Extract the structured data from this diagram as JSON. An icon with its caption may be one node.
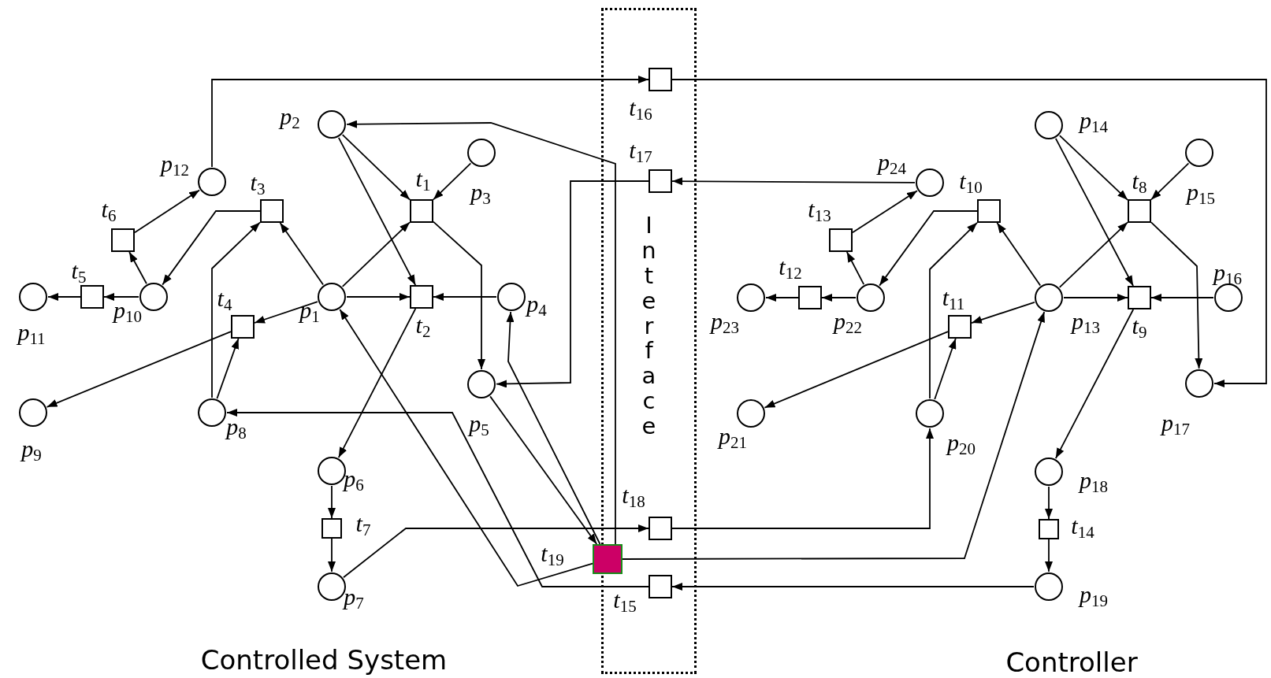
{
  "diagram": {
    "nodes": [
      {
        "text": [
          "Interface"
        ]
      },
      {
        "text": [],
        "shape": "circle",
        "beside": [
          "p$_{1}$"
        ]
      },
      {
        "text": [],
        "shape": "circle",
        "beside": [
          "p$_{2}$"
        ]
      },
      {
        "text": [],
        "shape": "circle",
        "beside": [
          "p$_{3}$"
        ]
      },
      {
        "text": [],
        "shape": "circle",
        "beside": [
          "p$_{4}$"
        ]
      },
      {
        "text": [],
        "shape": "circle",
        "beside": [
          "p$_{5}$"
        ]
      },
      {
        "text": [],
        "shape": "circle",
        "beside": [
          "p$_{6}$"
        ]
      },
      {
        "text": [],
        "shape": "circle",
        "beside": [
          "p$_{7}$"
        ]
      },
      {
        "text": [],
        "shape": "circle",
        "beside": [
          "p$_{8}$"
        ]
      },
      {
        "text": [],
        "shape": "circle",
        "beside": [
          "p$_{9}$"
        ]
      },
      {
        "text": [],
        "shape": "circle",
        "beside": [
          "p$_{10}$"
        ]
      },
      {
        "text": [],
        "shape": "circle",
        "beside": [
          "p$_{11}$"
        ]
      },
      {
        "text": [],
        "shape": "circle",
        "beside": [
          "p$_{12}$"
        ]
      },
      {
        "text": [],
        "shape": "circle",
        "beside": [
          "p$_{13}$"
        ]
      },
      {
        "text": [],
        "shape": "circle",
        "beside": [
          "p$_{14}$"
        ]
      },
      {
        "text": [],
        "shape": "circle",
        "beside": [
          "p$_{15}$"
        ]
      },
      {
        "text": [],
        "shape": "circle",
        "beside": [
          "p$_{16}$"
        ]
      },
      {
        "text": [],
        "shape": "circle",
        "beside": [
          "p$_{17}$"
        ]
      },
      {
        "text": [],
        "shape": "circle",
        "beside": [
          "p$_{18}$"
        ]
      },
      {
        "text": [],
        "shape": "circle",
        "beside": [
          "p$_{19}$"
        ]
      },
      {
        "text": [],
        "shape": "circle",
        "beside": [
          "p$_{20}$"
        ]
      },
      {
        "text": [],
        "shape": "circle",
        "beside": [
          "p$_{21}$"
        ]
      },
      {
        "text": [],
        "shape": "circle",
        "beside": [
          "p$_{22}$"
        ]
      },
      {
        "text": [],
        "shape": "circle",
        "beside": [
          "p$_{23}$"
        ]
      },
      {
        "text": [],
        "shape": "circle",
        "beside": [
          "p$_{24}$"
        ]
      },
      {
        "text": [],
        "shape": "box",
        "beside": [
          "t$_{1}$"
        ]
      },
      {
        "text": [],
        "shape": "box",
        "beside": [
          "t$_{2}$"
        ]
      },
      {
        "text": [],
        "shape": "box",
        "beside": [
          "t$_{3}$"
        ]
      },
      {
        "text": [],
        "shape": "box",
        "beside": [
          "t$_{4}$"
        ]
      },
      {
        "text": [],
        "shape": "box",
        "beside": [
          "t$_{5}$"
        ]
      },
      {
        "text": [],
        "shape": "box",
        "beside": [
          "t$_{6}$"
        ]
      },
      {
        "text": [],
        "shape": "box",
        "beside": [
          "t$_{7}$"
        ]
      },
      {
        "text": [],
        "shape": "box",
        "beside": [
          "t$_{8}$"
        ]
      },
      {
        "text": [],
        "shape": "box",
        "beside": [
          "t$_{9}$"
        ]
      },
      {
        "text": [],
        "shape": "box",
        "beside": [
          "t$_{10}$"
        ]
      },
      {
        "text": [],
        "shape": "box",
        "beside": [
          "t$_{11}$"
        ]
      },
      {
        "text": [],
        "shape": "box",
        "beside": [
          "t$_{12}$"
        ]
      },
      {
        "text": [],
        "shape": "box",
        "beside": [
          "t$_{13}$"
        ]
      },
      {
        "text": [],
        "shape": "box",
        "beside": [
          "t$_{14}$"
        ]
      },
      {
        "text": [],
        "shape": "box",
        "beside": [
          "t$_{15}$"
        ],
        "in": 0
      },
      {
        "text": [],
        "shape": "box",
        "beside": [
          "t$_{16}$"
        ],
        "in": 0
      },
      {
        "text": [],
        "shape": "box",
        "beside": [
          "t$_{17}$"
        ],
        "in": 0
      },
      {
        "text": [],
        "shape": "box",
        "beside": [
          "t$_{18}$"
        ],
        "in": 0
      },
      {
        "text": [],
        "shape": "box",
        "beside": [
          "t$_{19}$"
        ]
      }
    ],
    "edges": [
      {
        "from": 1,
        "to": 25,
        "arrow": "to"
      },
      {
        "from": 1,
        "to": 26,
        "arrow": "to"
      },
      {
        "from": 1,
        "to": 27,
        "arrow": "to"
      },
      {
        "from": 1,
        "to": 28,
        "arrow": "to"
      },
      {
        "from": 2,
        "to": 25,
        "arrow": "to"
      },
      {
        "from": 2,
        "to": 26,
        "arrow": "to"
      },
      {
        "from": 3,
        "to": 25,
        "arrow": "to"
      },
      {
        "from": 4,
        "to": 26,
        "arrow": "to"
      },
      {
        "from": 25,
        "to": 5,
        "arrow": "to"
      },
      {
        "from": 26,
        "to": 6,
        "arrow": "to"
      },
      {
        "from": 6,
        "to": 31,
        "arrow": "to"
      },
      {
        "from": 31,
        "to": 7,
        "arrow": "to"
      },
      {
        "from": 7,
        "to": 42,
        "arrow": "to"
      },
      {
        "from": 8,
        "to": 27,
        "arrow": "to"
      },
      {
        "from": 8,
        "to": 28,
        "arrow": "to"
      },
      {
        "from": 27,
        "to": 10,
        "arrow": "to"
      },
      {
        "from": 28,
        "to": 9,
        "arrow": "to"
      },
      {
        "from": 10,
        "to": 29,
        "arrow": "to"
      },
      {
        "from": 29,
        "to": 11,
        "arrow": "to"
      },
      {
        "from": 10,
        "to": 30,
        "arrow": "to"
      },
      {
        "from": 30,
        "to": 12,
        "arrow": "to"
      },
      {
        "from": 12,
        "to": 40,
        "arrow": "to"
      },
      {
        "from": 40,
        "to": 17,
        "arrow": "to"
      },
      {
        "from": 41,
        "to": 5,
        "arrow": "to"
      },
      {
        "from": 43,
        "to": 2,
        "arrow": "to"
      },
      {
        "from": 43,
        "to": 4,
        "arrow": "to"
      },
      {
        "from": 43,
        "to": 1,
        "arrow": "to"
      },
      {
        "from": 5,
        "to": 43,
        "arrow": "to"
      },
      {
        "from": 39,
        "to": 8,
        "arrow": "to"
      },
      {
        "from": 19,
        "to": 39,
        "arrow": "to"
      },
      {
        "from": 42,
        "to": 20,
        "arrow": "to"
      },
      {
        "from": 43,
        "to": 13,
        "arrow": "to"
      },
      {
        "from": 24,
        "to": 41,
        "arrow": "to"
      },
      {
        "from": 13,
        "to": 34,
        "arrow": "to"
      },
      {
        "from": 13,
        "to": 35,
        "arrow": "to"
      },
      {
        "from": 13,
        "to": 32,
        "arrow": "to"
      },
      {
        "from": 13,
        "to": 33,
        "arrow": "to"
      },
      {
        "from": 14,
        "to": 32,
        "arrow": "to"
      },
      {
        "from": 14,
        "to": 33,
        "arrow": "to"
      },
      {
        "from": 15,
        "to": 32,
        "arrow": "to"
      },
      {
        "from": 16,
        "to": 33,
        "arrow": "to"
      },
      {
        "from": 32,
        "to": 17,
        "arrow": "to"
      },
      {
        "from": 33,
        "to": 18,
        "arrow": "to"
      },
      {
        "from": 18,
        "to": 38,
        "arrow": "to"
      },
      {
        "from": 38,
        "to": 19,
        "arrow": "to"
      },
      {
        "from": 34,
        "to": 22,
        "arrow": "to"
      },
      {
        "from": 20,
        "to": 34,
        "arrow": "to"
      },
      {
        "from": 20,
        "to": 35,
        "arrow": "to"
      },
      {
        "from": 35,
        "to": 21,
        "arrow": "to"
      },
      {
        "from": 22,
        "to": 36,
        "arrow": "to"
      },
      {
        "from": 36,
        "to": 23,
        "arrow": "to"
      },
      {
        "from": 22,
        "to": 37,
        "arrow": "to"
      },
      {
        "from": 37,
        "to": 24,
        "arrow": "to"
      }
    ],
    "labels": [
      "Controlled System",
      "Controller"
    ]
  }
}
